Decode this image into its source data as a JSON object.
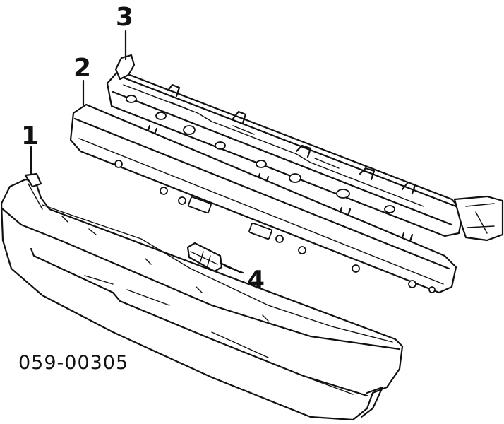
{
  "diagram": {
    "callouts": [
      {
        "id": "1",
        "label": "1"
      },
      {
        "id": "2",
        "label": "2"
      },
      {
        "id": "3",
        "label": "3"
      },
      {
        "id": "4",
        "label": "4"
      }
    ],
    "diagram_code": "059-00305"
  }
}
